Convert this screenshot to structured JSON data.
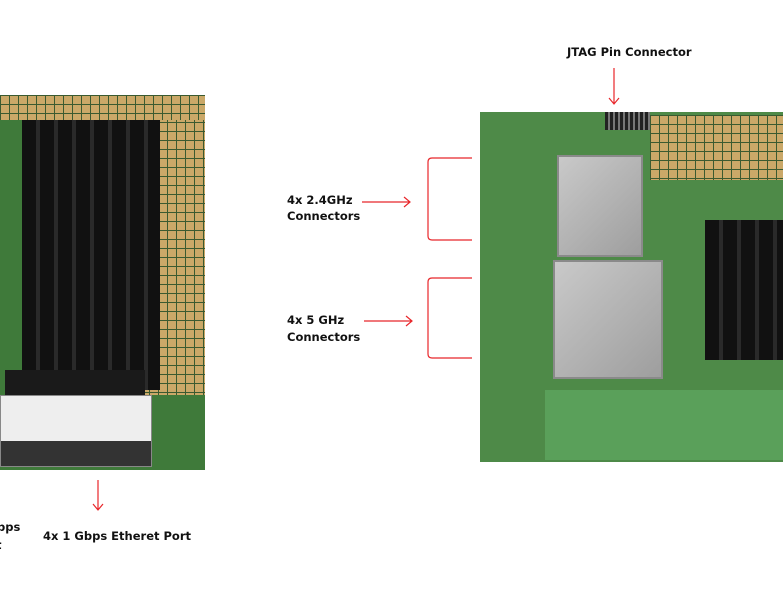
{
  "labels": {
    "jtag": "JTAG Pin Connector",
    "ghz24_line1": "4x 2.4GHz",
    "ghz24_line2": "Connectors",
    "ghz5_line1": "4x 5 GHz",
    "ghz5_line2": "Connectors",
    "ethernet": "4x 1 Gbps Etheret Port",
    "cut_line1": "pps",
    "cut_line2": "t"
  },
  "colors": {
    "arrow": "#e8262a",
    "pcb": "#4e8a48",
    "heatsink": "#111111"
  }
}
